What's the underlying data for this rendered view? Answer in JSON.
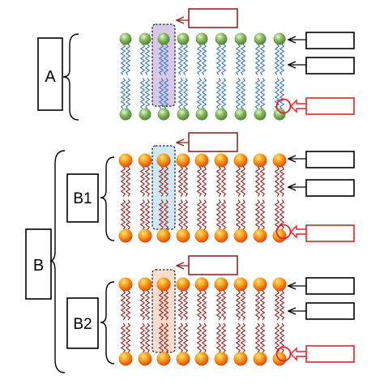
{
  "labels": {
    "A": "A",
    "B": "B",
    "B1": "B1",
    "B2": "B2"
  },
  "membranes": [
    {
      "id": "A",
      "head_color": "green",
      "tail_color": "#4a7fc1",
      "highlight_color": "#c9b7df"
    },
    {
      "id": "B1",
      "head_color": "orange",
      "tail_color": "#9b2f2f",
      "highlight_color": "#bfe0ee"
    },
    {
      "id": "B2",
      "head_color": "orange",
      "tail_color": "#9b2f2f",
      "highlight_color": "#f7d3bd"
    }
  ],
  "colors": {
    "callout_dark_red": "#8b2a2a",
    "callout_red": "#e8202a",
    "callout_black": "#000000"
  }
}
